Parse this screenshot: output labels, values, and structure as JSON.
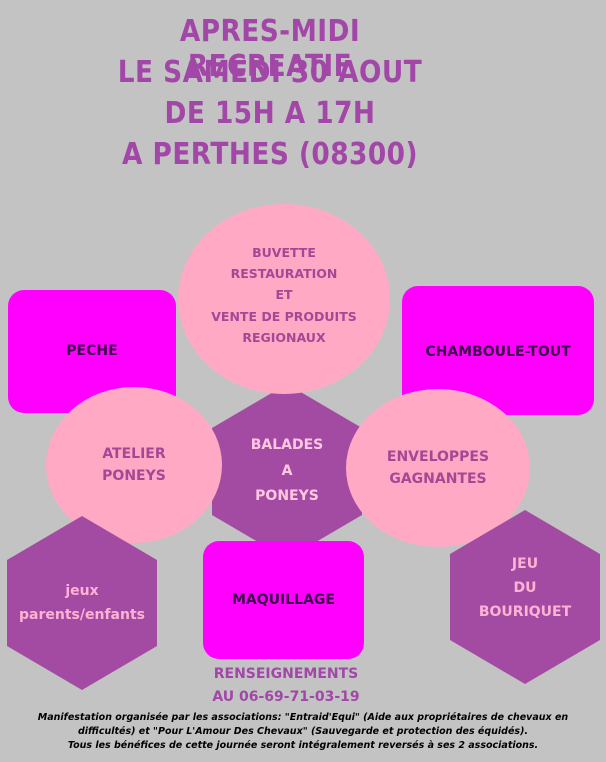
{
  "title": {
    "line1": "APRES-MIDI RECREATIF",
    "line2": "LE SAMEDI 30 AOUT",
    "line3": "DE 15H A 17H",
    "line4": "A PERTHES (08300)"
  },
  "shapes": {
    "buvette": [
      "BUVETTE",
      "RESTAURATION",
      "ET",
      "VENTE DE PRODUITS",
      "REGIONAUX"
    ],
    "peche": "PECHE",
    "chamboule": "CHAMBOULE-TOUT",
    "atelier": [
      "ATELIER",
      "PONEYS"
    ],
    "balades": [
      "BALADES",
      "A",
      "PONEYS"
    ],
    "enveloppes": [
      "ENVELOPPES",
      "GAGNANTES"
    ],
    "jeux": [
      "jeux",
      "parents/enfants"
    ],
    "maquillage": "MAQUILLAGE",
    "bouriquet": [
      "JEU",
      "DU",
      "BOURIQUET"
    ]
  },
  "contact": {
    "label": "RENSEIGNEMENTS",
    "phone": "AU 06-69-71-03-19"
  },
  "footer": {
    "line1": "Manifestation organisée par les associations: \"Entraid'Equi\" (Aide aux propriétaires de chevaux en",
    "line2": "difficultés) et \"Pour L'Amour Des Chevaux\" (Sauvegarde et protection des équidés).",
    "line3": "Tous les bénéfices de cette journée seront intégralement reversés à ses 2 associations."
  },
  "colors": {
    "background": "#c3c3c3",
    "title": "#a247a8",
    "circle": "#ffa9c5",
    "square": "#ff00ff",
    "hexagon": "#a34ba3"
  }
}
